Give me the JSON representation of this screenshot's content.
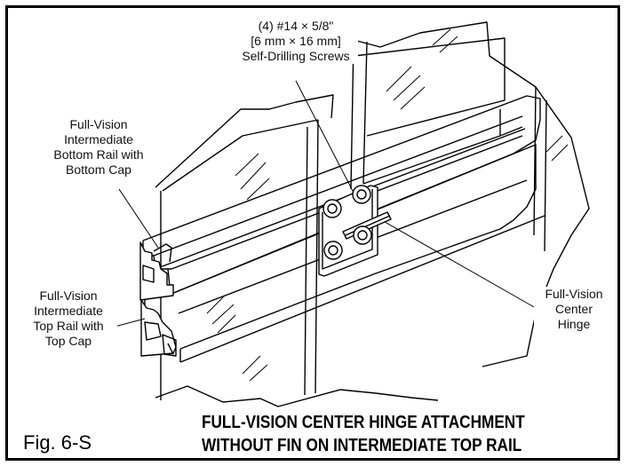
{
  "labels": {
    "screws": [
      "(4) #14 × 5/8\"",
      "[6 mm × 16 mm]",
      "Self-Drilling Screws"
    ],
    "bottom_rail": [
      "Full-Vision",
      "Intermediate",
      "Bottom Rail with",
      "Bottom Cap"
    ],
    "top_rail": [
      "Full-Vision",
      "Intermediate",
      "Top Rail with",
      "Top Cap"
    ],
    "hinge": [
      "Full-Vision",
      "Center",
      "Hinge"
    ]
  },
  "title": {
    "line1": "FULL-VISION CENTER HINGE ATTACHMENT",
    "line2": "WITHOUT FIN ON INTERMEDIATE TOP RAIL"
  },
  "figure_label": "Fig. 6-S"
}
